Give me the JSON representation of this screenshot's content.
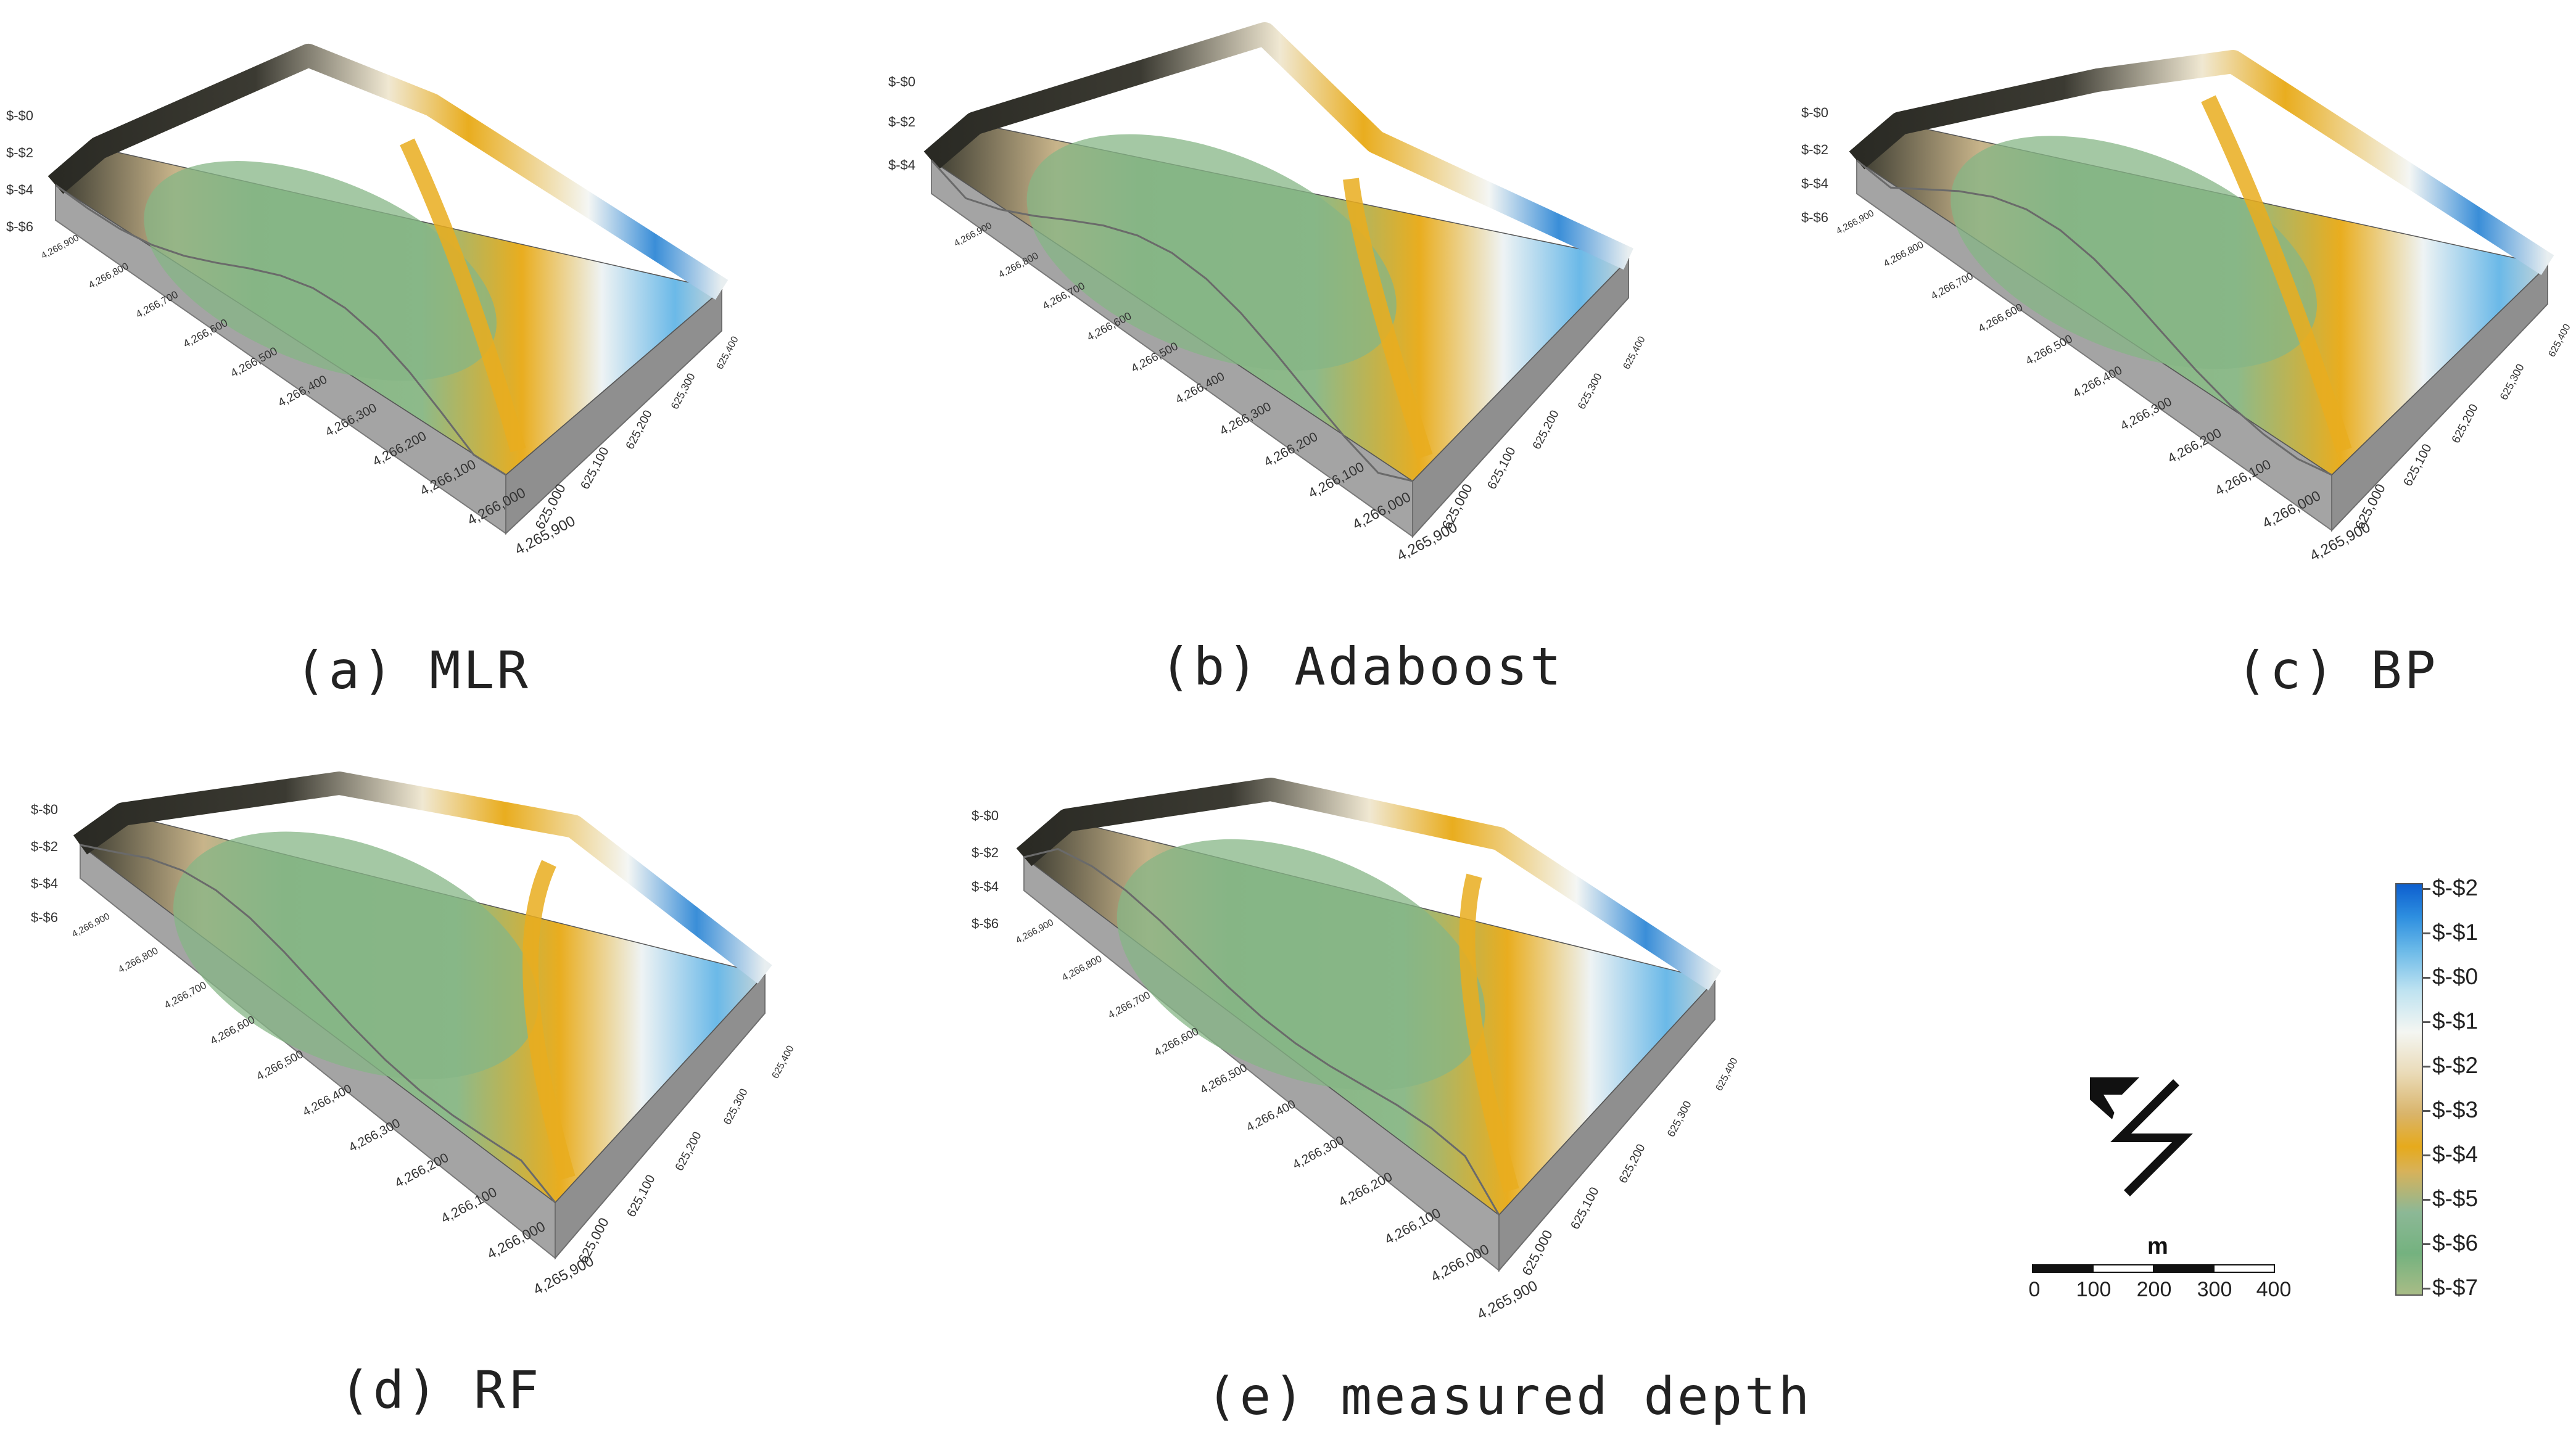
{
  "panels": [
    {
      "id": "a",
      "caption": "(a) MLR",
      "z_ticks": [
        "$-$0",
        "$-$2",
        "$-$4",
        "$-$6"
      ],
      "y_ticks": [
        "4,266,900",
        "4,266,800",
        "4,266,700",
        "4,266,600",
        "4,266,500",
        "4,266,400",
        "4,266,300",
        "4,266,200",
        "4,266,100",
        "4,266,000",
        "4,265,900"
      ],
      "x_ticks": [
        "625,000",
        "625,100",
        "625,200",
        "625,300",
        "625,400"
      ]
    },
    {
      "id": "b",
      "caption": "(b) Adaboost",
      "z_ticks": [
        "$-$0",
        "$-$2",
        "$-$4"
      ],
      "y_ticks": [
        "4,266,900",
        "4,266,800",
        "4,266,700",
        "4,266,600",
        "4,266,500",
        "4,266,400",
        "4,266,300",
        "4,266,200",
        "4,266,100",
        "4,266,000",
        "4,265,900"
      ],
      "x_ticks": [
        "625,000",
        "625,100",
        "625,200",
        "625,300",
        "625,400"
      ]
    },
    {
      "id": "c",
      "caption": "(c) BP",
      "z_ticks": [
        "$-$0",
        "$-$2",
        "$-$4",
        "$-$6"
      ],
      "y_ticks": [
        "4,266,900",
        "4,266,800",
        "4,266,700",
        "4,266,600",
        "4,266,500",
        "4,266,400",
        "4,266,300",
        "4,266,200",
        "4,266,100",
        "4,266,000",
        "4,265,900"
      ],
      "x_ticks": [
        "625,000",
        "625,100",
        "625,200",
        "625,300",
        "625,400"
      ]
    },
    {
      "id": "d",
      "caption": "(d) RF",
      "z_ticks": [
        "$-$0",
        "$-$2",
        "$-$4",
        "$-$6"
      ],
      "y_ticks": [
        "4,266,900",
        "4,266,800",
        "4,266,700",
        "4,266,600",
        "4,266,500",
        "4,266,400",
        "4,266,300",
        "4,266,200",
        "4,266,100",
        "4,266,000",
        "4,265,900"
      ],
      "x_ticks": [
        "625,000",
        "625,100",
        "625,200",
        "625,300",
        "625,400"
      ]
    },
    {
      "id": "e",
      "caption": "(e) measured depth",
      "z_ticks": [
        "$-$0",
        "$-$2",
        "$-$4",
        "$-$6"
      ],
      "y_ticks": [
        "4,266,900",
        "4,266,800",
        "4,266,700",
        "4,266,600",
        "4,266,500",
        "4,266,400",
        "4,266,300",
        "4,266,200",
        "4,266,100",
        "4,266,000",
        "4,265,900"
      ],
      "x_ticks": [
        "625,000",
        "625,100",
        "625,200",
        "625,300",
        "625,400"
      ]
    }
  ],
  "legend": {
    "labels": [
      "$-$2",
      "$-$1",
      "$-$0",
      "$-$1",
      "$-$2",
      "$-$3",
      "$-$4",
      "$-$5",
      "$-$6",
      "$-$7"
    ]
  },
  "scale_bar": {
    "unit": "m",
    "ticks": [
      "0",
      "100",
      "200",
      "300",
      "400"
    ]
  },
  "colors": {
    "deep": "#86b585",
    "shallow_white": "#eef3f4",
    "blue": "#2a86d8",
    "yellow": "#e9ad1f",
    "dark": "#2a2a24",
    "wall": "#a3a3a3"
  }
}
